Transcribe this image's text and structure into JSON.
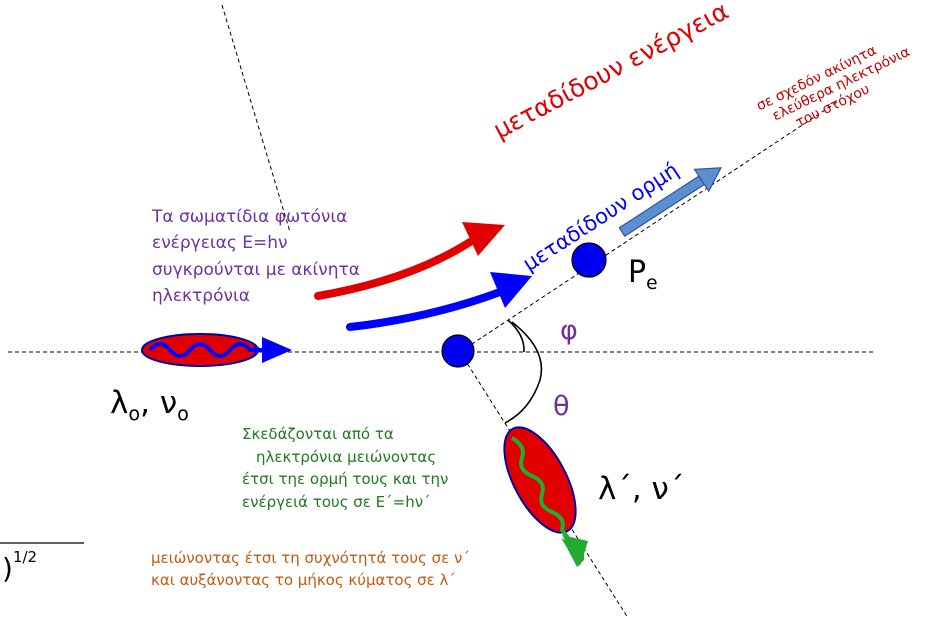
{
  "colors": {
    "photon_red": "#e00000",
    "photon_blue": "#0000ff",
    "electron": "#0000ee",
    "scatter_green": "#22aa33",
    "momentum_arrow": "#5b8fd0",
    "purple": "#7030a0",
    "green_text": "#1f7a1f",
    "orange_text": "#c55a11",
    "darkred_text": "#c00000"
  },
  "labels": {
    "incoming_photons": [
      "Τα σωματίδια φωτόνια",
      "ενέργειας E=hν",
      "συγκρούνται με ακίνητα",
      "ηλεκτρόνια"
    ],
    "lambda0": "λ",
    "lambda0_sub": "ο",
    "nu0_prefix": ", ν",
    "nu0_sub": "ο",
    "energy_transfer": "μεταδίδουν ενέργεια",
    "momentum_transfer": "μεταδίδουν ορμή",
    "pe": "P",
    "pe_sub": "e",
    "phi": "φ",
    "theta": "θ",
    "free_electrons": [
      "σε σχεδόν ακίνητα",
      "ελεύθερα ηλεκτρόνια",
      "του στόχου"
    ],
    "scattered": [
      "Σκεδάζονται από τα",
      "ηλεκτρόνια μειώνοντας",
      "έτσι τηε ορμή τους και την",
      "ενέργειά τους σε E΄=hν΄"
    ],
    "lambda_prime": "λ΄, ν΄",
    "frequency_decrease": [
      "μειώνοντας έτσι τη συχνότητά τους σε ν΄",
      "και αυξάνοντας το μήκος κύματος σε λ΄"
    ],
    "formula_fragment": ")",
    "formula_exp": "1/2"
  }
}
